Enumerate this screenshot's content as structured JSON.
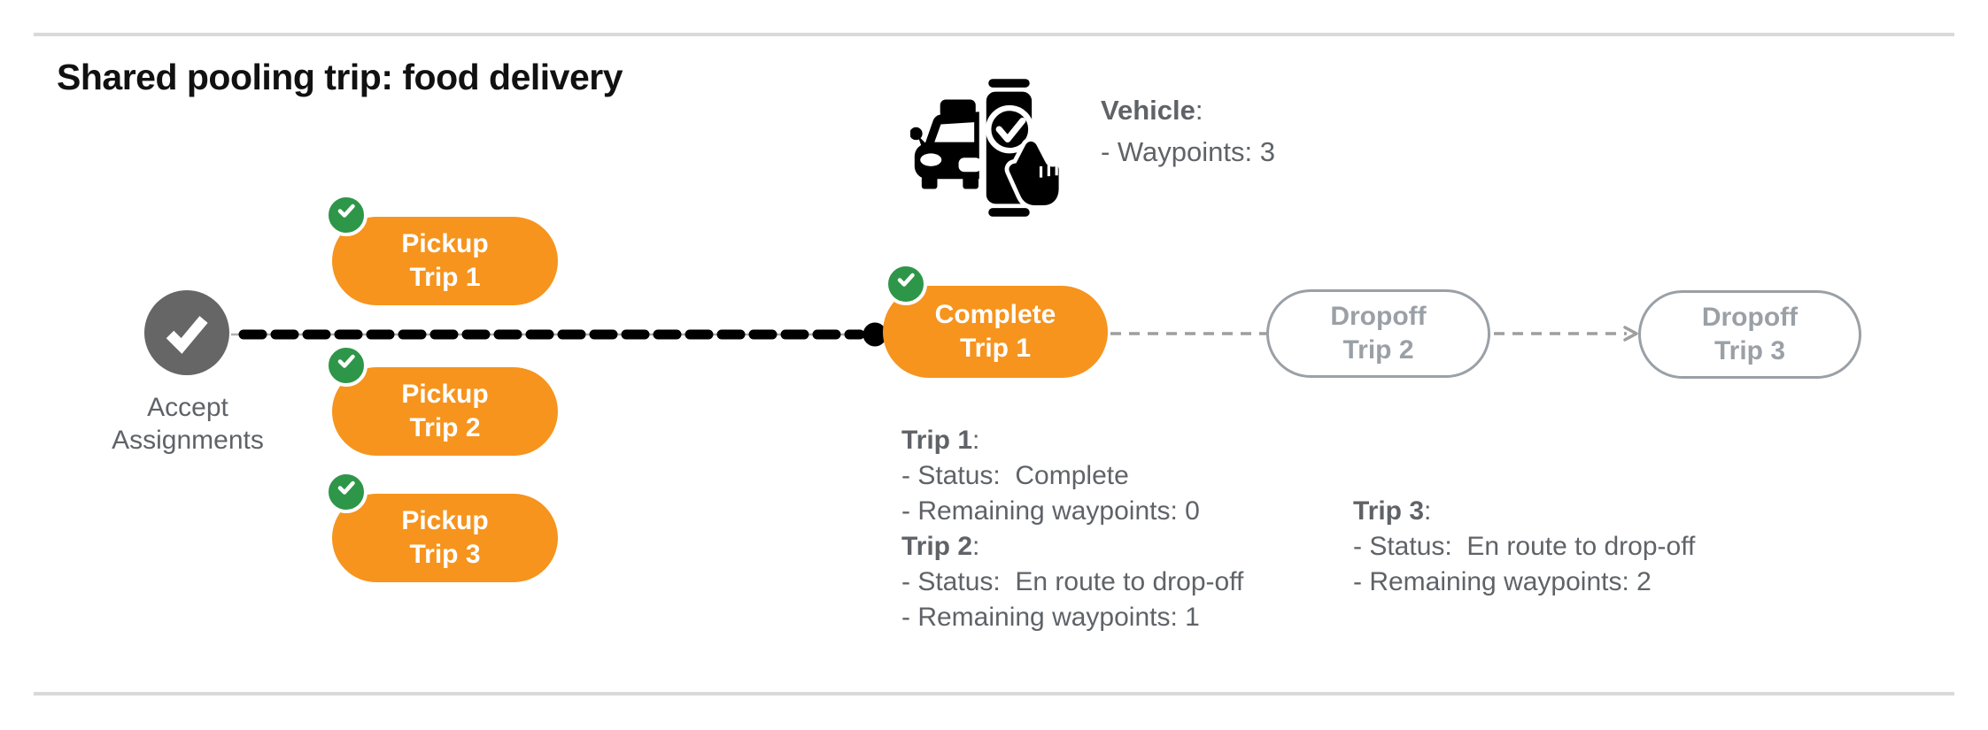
{
  "title": "Shared pooling trip: food delivery",
  "colors": {
    "orange": "#F6941E",
    "green": "#2E9648",
    "node_gray": "#666666",
    "text_gray": "#5F6368",
    "muted_gray": "#9AA0A6",
    "rule_gray": "#D9D9D9",
    "black": "#000000"
  },
  "vehicle": {
    "icon": "car-phone-check-icon",
    "label": "Vehicle",
    "colon": ":",
    "waypoints": "- Waypoints: 3"
  },
  "flow": {
    "start": {
      "line1": "Accept",
      "line2": "Assignments"
    },
    "pickups": [
      {
        "line1": "Pickup",
        "line2": "Trip 1"
      },
      {
        "line1": "Pickup",
        "line2": "Trip 2"
      },
      {
        "line1": "Pickup",
        "line2": "Trip 3"
      }
    ],
    "complete": {
      "line1": "Complete",
      "line2": "Trip 1"
    },
    "dropoffs": [
      {
        "line1": "Dropoff",
        "line2": "Trip 2"
      },
      {
        "line1": "Dropoff",
        "line2": "Trip 3"
      }
    ]
  },
  "trip_status": [
    {
      "name": "Trip 1",
      "colon": ":",
      "status": "- Status:  Complete",
      "waypoints": "- Remaining waypoints: 0"
    },
    {
      "name": "Trip 2",
      "colon": ":",
      "status": "- Status:  En route to drop-off",
      "waypoints": "- Remaining waypoints: 1"
    },
    {
      "name": "Trip 3",
      "colon": ":",
      "status": "- Status:  En route to drop-off",
      "waypoints": "- Remaining waypoints: 2"
    }
  ]
}
